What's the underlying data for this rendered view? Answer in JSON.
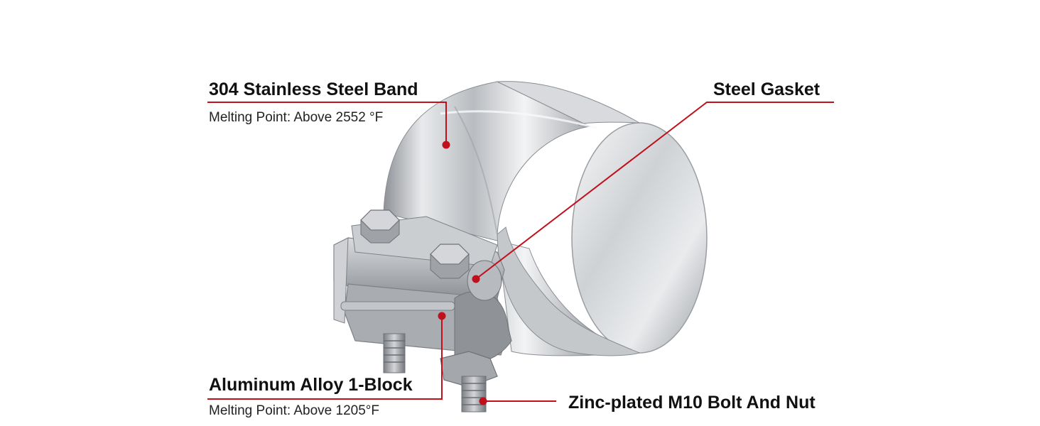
{
  "callouts": {
    "band": {
      "title": "304 Stainless Steel Band",
      "subtitle": "Melting Point: Above 2552 °F"
    },
    "gasket": {
      "title": "Steel Gasket"
    },
    "block": {
      "title": "Aluminum Alloy 1-Block",
      "subtitle": "Melting Point: Above 1205°F"
    },
    "bolt": {
      "title": "Zinc-plated M10 Bolt And Nut"
    }
  },
  "colors": {
    "leader_line": "#c0101c",
    "title_text": "#111111",
    "background": "#ffffff"
  }
}
